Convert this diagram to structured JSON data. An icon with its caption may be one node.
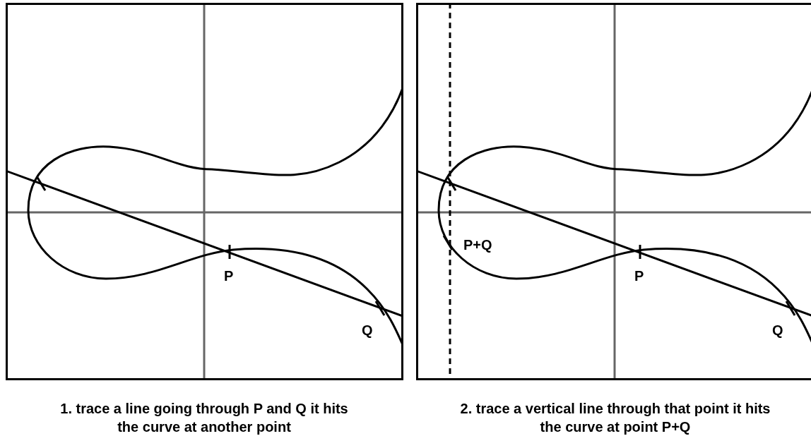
{
  "diagram": {
    "labels": [
      "P",
      "Q",
      "1. trace a line going through P and Q it hits the curve at another point",
      "P+Q",
      "P",
      "Q",
      "2. trace a vertical line through that point it hits the curve at point P+Q"
    ]
  }
}
